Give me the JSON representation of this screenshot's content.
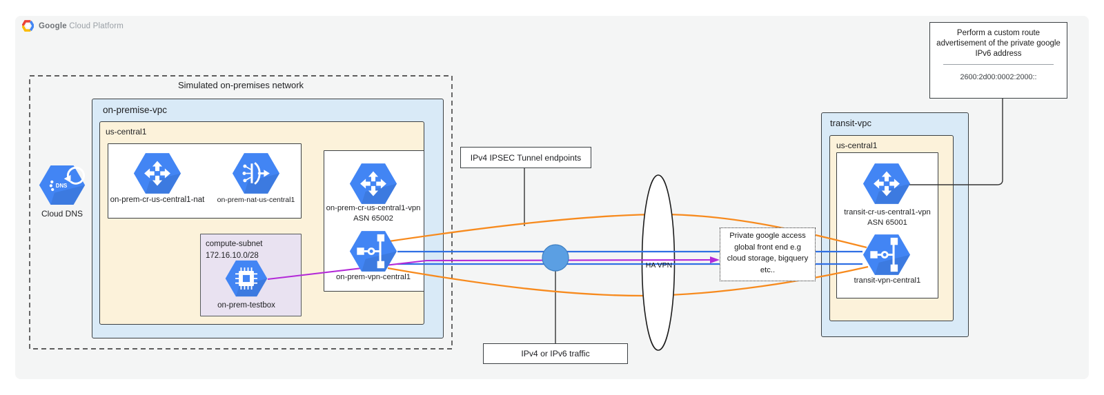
{
  "logo": {
    "brand": "Google",
    "product": "Cloud Platform"
  },
  "onprem": {
    "outer_title": "Simulated on-premises network",
    "vpc_label": "on-premise-vpc",
    "region_label": "us-central1",
    "router_nat_label": "on-prem-cr-us-central1-nat",
    "nat_label": "on-prem-nat-us-central1",
    "subnet_label": "compute-subnet",
    "subnet_cidr": "172.16.10.0/28",
    "testbox_label": "on-prem-testbox",
    "router_vpn_label": "on-prem-cr-us-central1-vpn",
    "router_vpn_asn": "ASN 65002",
    "vpn_gateway_label": "on-prem-vpn-central1"
  },
  "dns_label": "Cloud DNS",
  "middle": {
    "ipsec_label": "IPv4 IPSEC Tunnel endpoints",
    "traffic_label": "IPv4 or IPv6 traffic",
    "ha_vpn_label": "HA VPN",
    "pga_line1": "Private google access",
    "pga_line2": "global front end e.g",
    "pga_line3": "cloud storage, bigquery",
    "pga_line4": "etc.."
  },
  "transit": {
    "vpc_label": "transit-vpc",
    "region_label": "us-central1",
    "router_label": "transit-cr-us-central1-vpn",
    "router_asn": "ASN 65001",
    "vpn_gateway_label": "transit-vpn-central1"
  },
  "annotation": {
    "line1": "Perform a custom route",
    "line2": "advertisement of the private google",
    "line3": "IPv6 address",
    "value": "2600:2d00:0002:2000::"
  },
  "colors": {
    "tunnel_orange": "#f78a1d",
    "traffic_blue": "#2f6fe4",
    "pga_purple": "#b32ad8",
    "icon_blue": "#4285f4",
    "ha_vpn_node_fill": "#5b9fe3",
    "ha_vpn_node_stroke": "#3f7fc0",
    "vpc_fill": "#d9eaf7",
    "region_fill": "#fcf2da",
    "subnet_fill": "#e9e2f1"
  }
}
